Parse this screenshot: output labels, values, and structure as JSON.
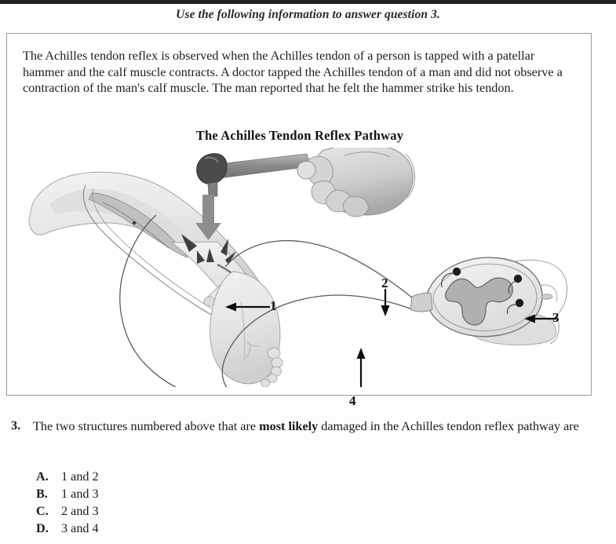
{
  "document": {
    "instruction": "Use the following information to answer question 3.",
    "stimulus": "The Achilles tendon reflex is observed when the Achilles tendon of a person is tapped with a patellar hammer and the calf muscle contracts. A doctor tapped the Achilles tendon of a man and did not observe a contraction of the man's calf muscle. The man reported that he felt the hammer strike his tendon.",
    "figure": {
      "title": "The Achilles Tendon Reflex Pathway",
      "callouts": [
        {
          "label": "1",
          "target": "achilles-tendon-strike-site",
          "arrow_direction": "left"
        },
        {
          "label": "2",
          "target": "sensory-afferent-nerve",
          "arrow_direction": "down"
        },
        {
          "label": "3",
          "target": "spinal-cord-neuron-synapse",
          "arrow_direction": "left"
        },
        {
          "label": "4",
          "target": "motor-efferent-nerve",
          "arrow_direction": "up"
        }
      ],
      "elements": [
        "calf-muscle",
        "muscle-spindle",
        "achilles-tendon",
        "foot",
        "patellar-hammer",
        "doctor-hand",
        "impact-burst",
        "nerve-pathway-loop",
        "spinal-cord-cross-section",
        "vertebra"
      ]
    }
  },
  "question": {
    "number": "3.",
    "text_before_bold": "The two structures numbered above that are ",
    "bold": "most likely",
    "text_after_bold": " damaged in the Achilles tendon reflex pathway are",
    "options": [
      {
        "letter": "A.",
        "text": "1 and 2"
      },
      {
        "letter": "B.",
        "text": "1 and 3"
      },
      {
        "letter": "C.",
        "text": "2 and 3"
      },
      {
        "letter": "D.",
        "text": "3 and 4"
      }
    ]
  },
  "colors": {
    "page_background": "#fdfdfd",
    "top_bar": "#222222",
    "box_border": "#9a9a9a",
    "text": "#1c1c1c",
    "anatomy_light": "#e6e6e6",
    "anatomy_mid": "#c9c9c9",
    "anatomy_dark": "#8f8f8f",
    "hammer_head": "#4a4a4a",
    "arrow_black": "#0d0d0d"
  }
}
